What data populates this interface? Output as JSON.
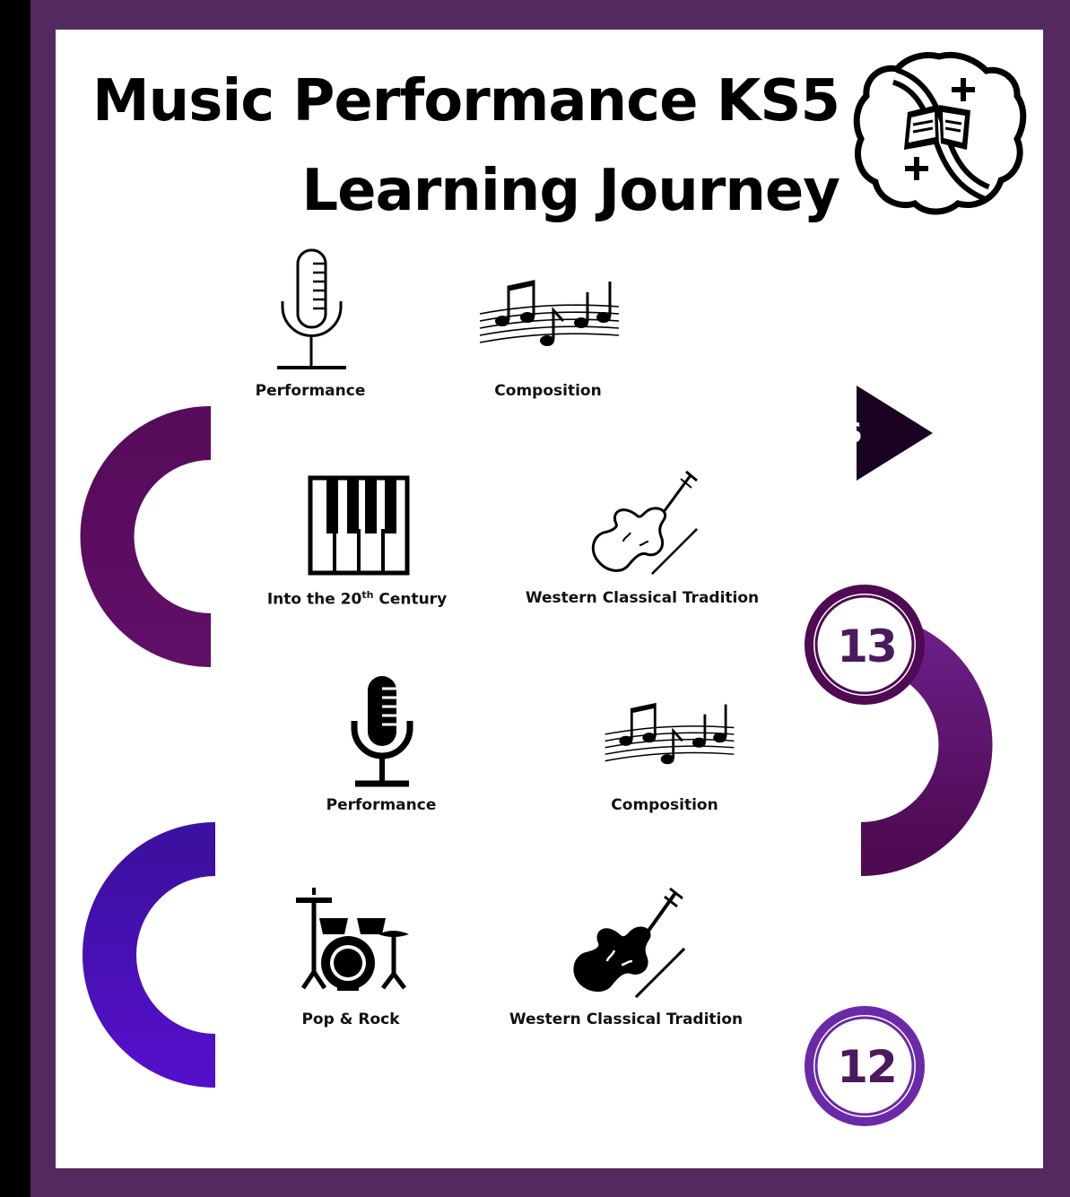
{
  "title": {
    "line1": "Music Performance KS5",
    "line2": "Learning Journey"
  },
  "colors": {
    "frame": "#532a5f",
    "road_top": "#4e0a52",
    "road_bottom": "#6a0bd6",
    "badge_ring_13": "#4e0a52",
    "badge_ring_12": "#6a2aa8"
  },
  "future": {
    "label": "FUTURE JOURNEYS"
  },
  "year13": {
    "badge": "13",
    "topics": [
      {
        "label": "Performance",
        "icon": "microphone-outline-icon"
      },
      {
        "label": "Composition",
        "icon": "music-staff-icon"
      },
      {
        "label_prefix": "Into the 20",
        "label_sup": "th",
        "label_suffix": " Century",
        "icon": "piano-keys-icon"
      },
      {
        "label": "Western Classical Tradition",
        "icon": "violin-outline-icon"
      }
    ]
  },
  "year12": {
    "badge": "12",
    "topics": [
      {
        "label": "Performance",
        "icon": "microphone-solid-icon"
      },
      {
        "label": "Composition",
        "icon": "music-staff-icon"
      },
      {
        "label": "Pop & Rock",
        "icon": "drum-kit-icon"
      },
      {
        "label": "Western Classical Tradition",
        "icon": "violin-solid-icon"
      }
    ]
  },
  "logo": {
    "icon": "school-crest-icon"
  }
}
